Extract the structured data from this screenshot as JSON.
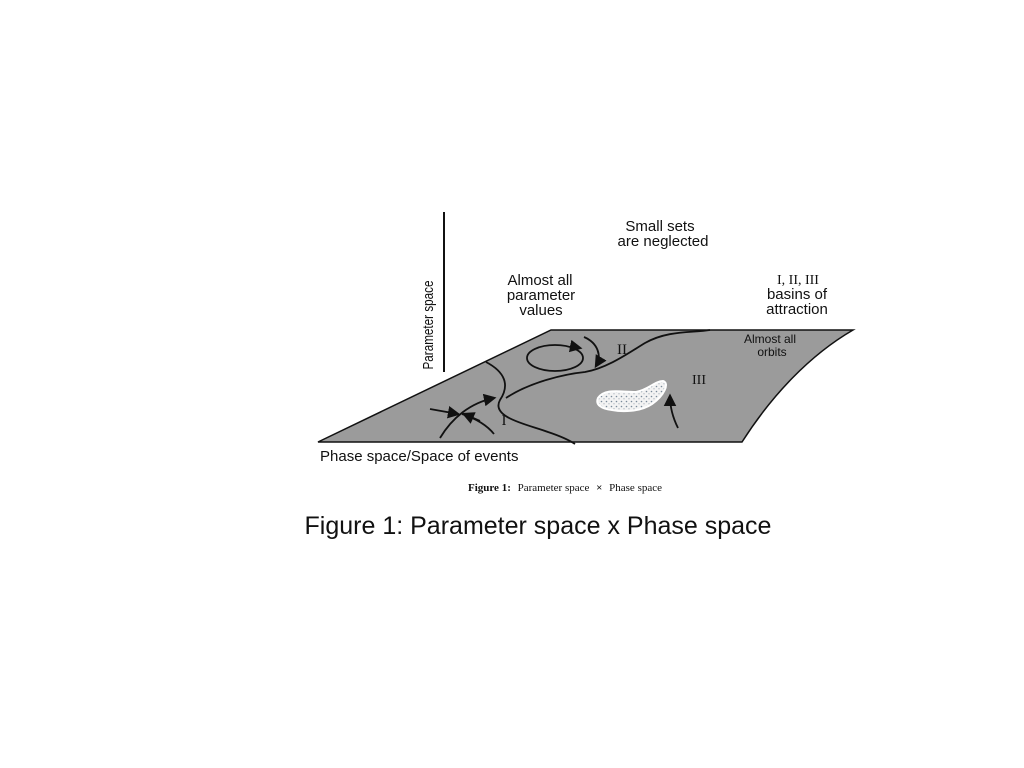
{
  "labels": {
    "small_sets_line1": "Small sets",
    "small_sets_line2": "are neglected",
    "almost_all_param_line1": "Almost all",
    "almost_all_param_line2": "parameter",
    "almost_all_param_line3": "values",
    "basins_line1": "I, II, III",
    "basins_line2": "basins of",
    "basins_line3": "attraction",
    "almost_all_orbits_line1": "Almost all",
    "almost_all_orbits_line2": "orbits",
    "parameter_axis": "Parameter space",
    "phase_space": "Phase space/Space of events",
    "region_I": "I",
    "region_II": "II",
    "region_III": "III"
  },
  "figure_caption": {
    "bold": "Figure 1:",
    "text": "Parameter space",
    "times": "×",
    "text2": "Phase space"
  },
  "slide_caption": "Figure 1: Parameter space x Phase space",
  "colors": {
    "plane_fill": "#9b9b9b",
    "ink": "#111111",
    "attractor_fill": "#f2f2f2"
  }
}
